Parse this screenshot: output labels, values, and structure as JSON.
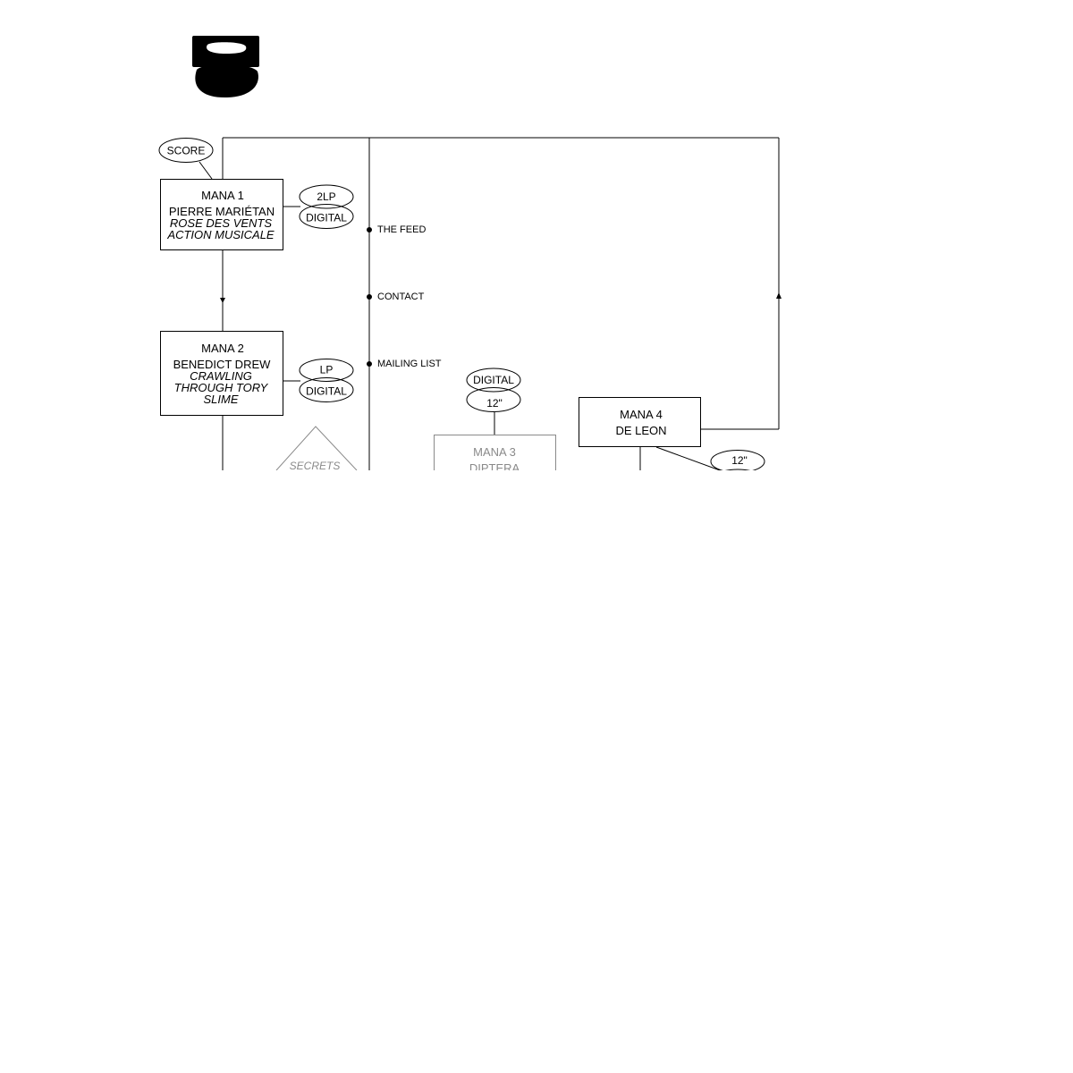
{
  "logo": {
    "name": "mana-logo",
    "color": "#000000"
  },
  "nav": {
    "items": [
      {
        "id": "feed",
        "label": "THE FEED"
      },
      {
        "id": "contact",
        "label": "CONTACT"
      },
      {
        "id": "mailing",
        "label": "MAILING LIST"
      }
    ]
  },
  "releases": {
    "mana1": {
      "title": "MANA 1",
      "artist": "PIERRE MARIÉTAN",
      "work_line1": "ROSE DES VENTS",
      "work_line2": "ACTION MUSICALE",
      "tag": "SCORE",
      "formats": [
        "2LP",
        "DIGITAL"
      ]
    },
    "mana2": {
      "title": "MANA 2",
      "artist": "BENEDICT DREW",
      "work_line1": "CRAWLING",
      "work_line2": "THROUGH TORY",
      "work_line3": "SLIME",
      "formats": [
        "LP",
        "DIGITAL"
      ]
    },
    "mana3": {
      "title": "MANA 3",
      "artist": "DIPTERA",
      "formats": [
        "DIGITAL",
        "12\""
      ]
    },
    "mana4": {
      "title": "MANA 4",
      "artist": "DE LEON",
      "formats": [
        "12\""
      ]
    }
  },
  "secrets": {
    "label": "SECRETS"
  },
  "colors": {
    "line": "#000000",
    "muted": "#8a8a8a"
  }
}
